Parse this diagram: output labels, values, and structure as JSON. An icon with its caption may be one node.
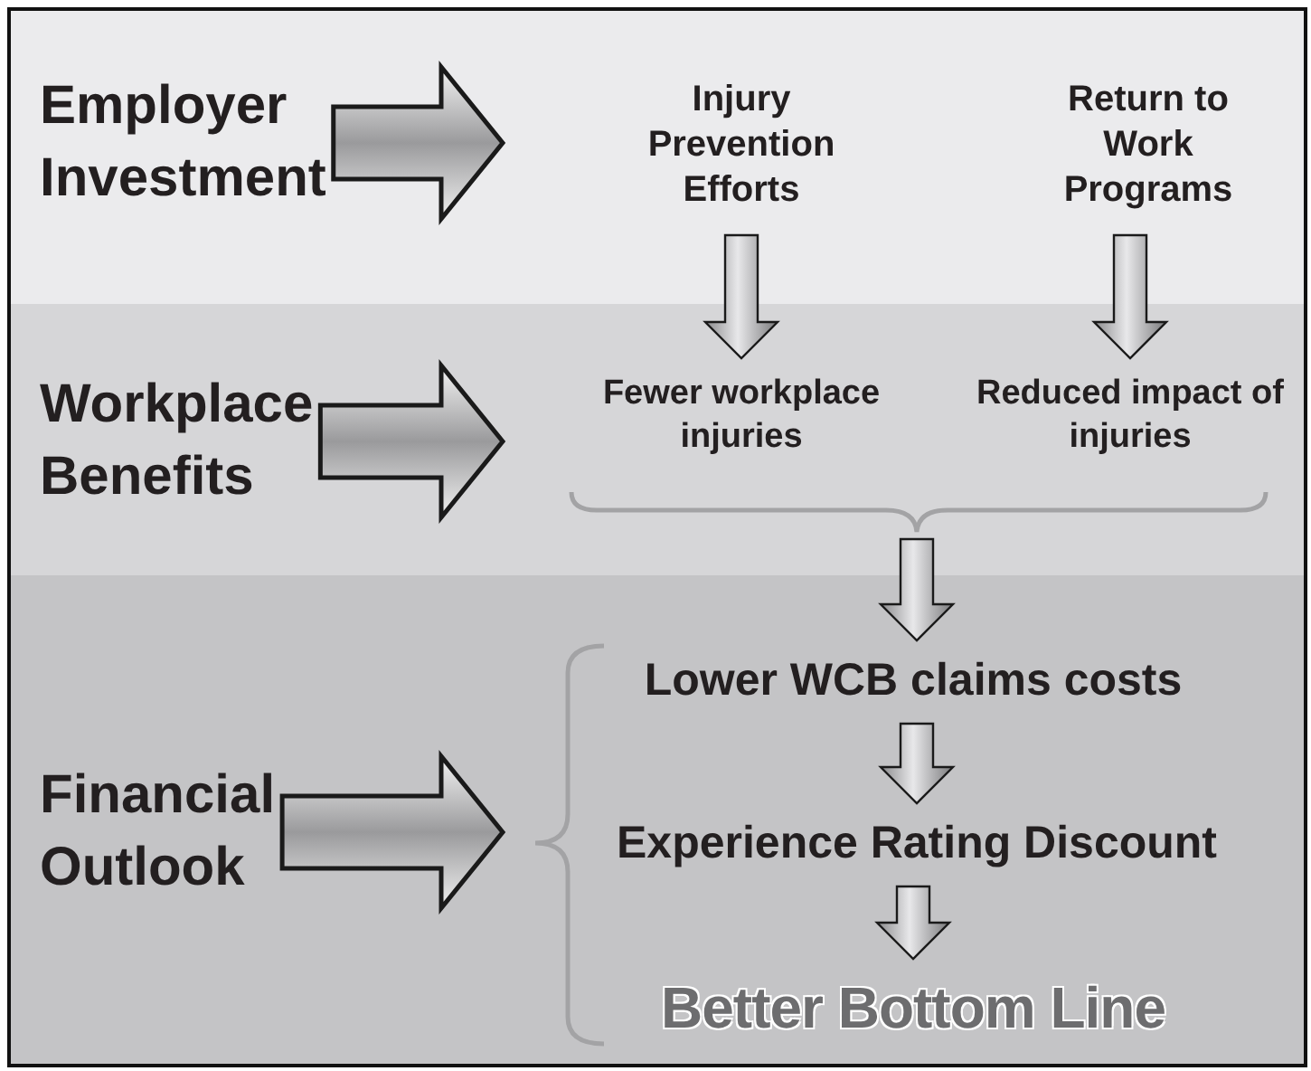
{
  "diagram": {
    "nodes": [
      {
        "text": [],
        "shape": "box"
      },
      {
        "text": [
          "Employer Investment"
        ],
        "in": 0
      },
      {
        "text": [
          "Injury Prevention Efforts"
        ],
        "in": 0
      },
      {
        "text": [
          "Return to Work Programs"
        ],
        "in": 0
      },
      {
        "text": [],
        "shape": "box"
      },
      {
        "text": [
          "Workplace Benefits"
        ],
        "in": 4
      },
      {
        "text": [
          "Fewer workplace injuries"
        ],
        "in": 4
      },
      {
        "text": [
          "Reduced impact of injuries"
        ],
        "in": 4
      },
      {
        "text": [],
        "shape": "box"
      },
      {
        "text": [
          "Financial Outlook"
        ],
        "in": 8
      },
      {
        "text": [
          "Lower WCB claims costs"
        ],
        "in": 8
      },
      {
        "text": [
          "Experience Rating Discount"
        ],
        "in": 8
      },
      {
        "text": [
          "Better Bottom Line"
        ],
        "in": 8
      }
    ],
    "edges": [
      {
        "from": 1,
        "to": null,
        "arrow": "to",
        "style": "thick"
      },
      {
        "from": 5,
        "to": null,
        "arrow": "to",
        "style": "thick"
      },
      {
        "from": 9,
        "to": null,
        "arrow": "to",
        "style": "thick"
      },
      {
        "from": 2,
        "to": 6,
        "arrow": "to"
      },
      {
        "from": 3,
        "to": 7,
        "arrow": "to"
      },
      {
        "from": 6,
        "to": 10,
        "arrow": "to"
      },
      {
        "from": 7,
        "to": 10,
        "arrow": "to"
      },
      {
        "from": 10,
        "to": 11,
        "arrow": "to"
      },
      {
        "from": 11,
        "to": 12,
        "arrow": "to"
      }
    ]
  }
}
